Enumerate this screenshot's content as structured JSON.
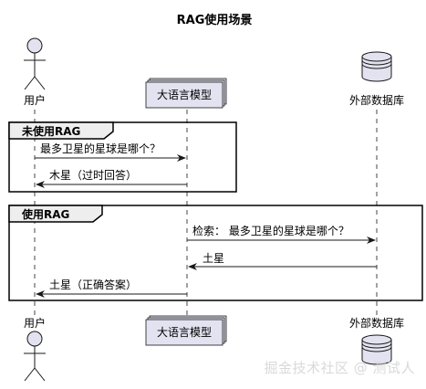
{
  "title": "RAG使用场景",
  "participants": {
    "user": {
      "label": "用户",
      "icon": "actor-icon"
    },
    "llm": {
      "label": "大语言模型"
    },
    "db": {
      "label": "外部数据库",
      "icon": "database-icon"
    }
  },
  "groups": [
    {
      "label": "未使用RAG",
      "messages": [
        {
          "from": "user",
          "to": "llm",
          "text": "最多卫星的星球是哪个？"
        },
        {
          "from": "llm",
          "to": "user",
          "text": "木星（过时回答）"
        }
      ]
    },
    {
      "label": "使用RAG",
      "messages": [
        {
          "from": "llm",
          "to": "db",
          "text": "检索： 最多卫星的星球是哪个？"
        },
        {
          "from": "db",
          "to": "llm",
          "text": "土星"
        },
        {
          "from": "llm",
          "to": "user",
          "text": "土星（正确答案）"
        }
      ]
    }
  ],
  "watermark": "掘金技术社区 @ 测试人",
  "colors": {
    "participant_fill": "#e2e2f0",
    "participant_stroke": "#181818",
    "lifeline": "#181818",
    "group_header_fill": "#eeeeee",
    "line": "#181818"
  }
}
